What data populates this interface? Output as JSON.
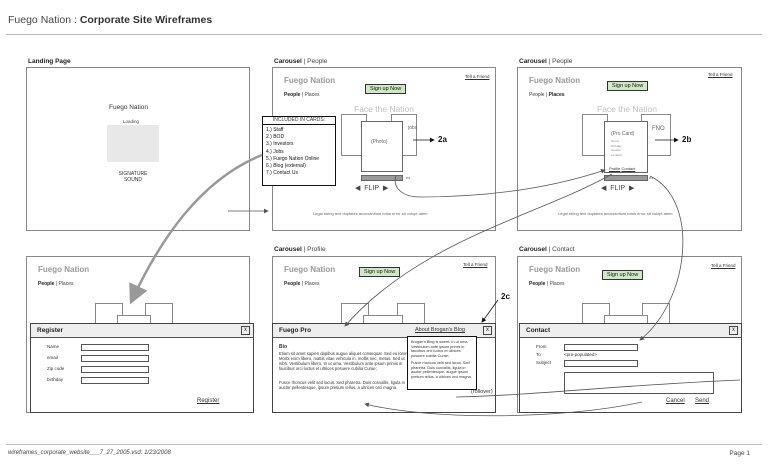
{
  "header": {
    "app": "Fuego Nation",
    "sep": ":",
    "title": "Corporate Site Wireframes"
  },
  "footer": {
    "file": "wireframes_corporate_website___7_27_2005.vsd:  1/23/2008",
    "page": "Page   1"
  },
  "panels": {
    "landing": {
      "title": "Landing Page",
      "brand": "Fuego Nation",
      "loading": "Loading",
      "sound": "SIGNATURE\nSOUND"
    },
    "c_people_a": {
      "title_bold": "Carousel",
      "title_rest": " | People",
      "brand": "Fuego Nation",
      "nav_bold": "People",
      "nav_rest": " | Places",
      "signup": "Sign up Now",
      "tell": "Tell a Friend",
      "ghost": "Face the Nation",
      "photo": "(Photo)",
      "jobs": "jobs",
      "flip": "FLIP",
      "tag": "2a",
      "legal": "Legal string text duptates accusantium totus error sit volupt atem"
    },
    "c_people_b": {
      "title_bold": "Carousel",
      "title_rest": " | People",
      "brand": "Fuego Nation",
      "nav_rest": "People | ",
      "nav_bold": "Places",
      "signup": "Sign up Now",
      "tell": "Tell a Friend",
      "ghost": "Face the Nation",
      "procard": "(Pro Card)",
      "fno": "FNO",
      "card_lines": [
        "Name",
        "birthday",
        "Gender",
        "Location"
      ],
      "profile": "Profile",
      "contact": "Contact",
      "flip": "FLIP",
      "tag": "2b",
      "legal": "Legal string text duptates accusantium totus error sit volupt atem"
    },
    "c_profile": {
      "title_bold": "Carousel",
      "title_rest": " | Profile",
      "brand": "Fuego Nation",
      "nav_bold": "People",
      "nav_rest": " | Places",
      "signup": "Sign up Now",
      "tell": "Tell a Friend",
      "tag": "2c"
    },
    "c_contact": {
      "title_bold": "Carousel",
      "title_rest": " | Contact",
      "brand": "Fuego Nation",
      "nav_bold": "People",
      "nav_rest": " | Places",
      "signup": "Sign up Now",
      "tell": "Tell a Friend"
    },
    "register_bg": {
      "brand": "Fuego Nation",
      "nav_bold": "People",
      "nav_rest": " | Places"
    }
  },
  "included": {
    "title": "INCLUDED IN CARDS:",
    "items": [
      "1.) Staff",
      "2.) BOD",
      "3.) Investors",
      "4.) Jobs",
      "5.) Fuego Nation Online",
      "6.) Blog (external)",
      "7.) Contact Us"
    ]
  },
  "register": {
    "title": "Register",
    "close": "x",
    "fields": [
      "Name",
      "email",
      "Zip code",
      "birthday"
    ],
    "submit": "Register"
  },
  "fuegopro": {
    "title": "Fuego Pro",
    "blog_link": "About Brogan's Blog",
    "close": "x",
    "bio_heading": "Bio",
    "bio_text": "Etiam sit amet sapien dapibus augue aliquet consequat. Sed eu lorem. Morbi enim libero, mattis vitae vehicula in, mollis nec, metus. Sed ut nibh. Vestibulum libero. In ut urna. Vestibulum ante ipsum primis in faucibus orci luctus et ultrices posuere cubilia Curae;",
    "bio_text2": "Fusce rhoncus velit sed lacus. Sed pharetra. Duis convallis, ligula in auctor pellentesque, ipsum pretium tellus, a ultrices orci magna.",
    "rollover": "(rollover)"
  },
  "blogpop": {
    "text1": "Brogan's Blog is sweet.  In ut urna. Vestibulum ante ipsum primis in faucibus orci luctus et ultrices posuere cubilia Curae;",
    "text2": "Fusce rhoncus velit sed lacus. Sed pharetra. Duis convallis, ligula in auctor pellentesque, augue ipsum pretium tellus, a ultrices orci magna."
  },
  "contact": {
    "title": "Contact",
    "close": "x",
    "from": "From",
    "to": "To",
    "to_value": "<pre-populated>",
    "subject": "Subject",
    "cancel": "Cancel",
    "send": "Send"
  }
}
